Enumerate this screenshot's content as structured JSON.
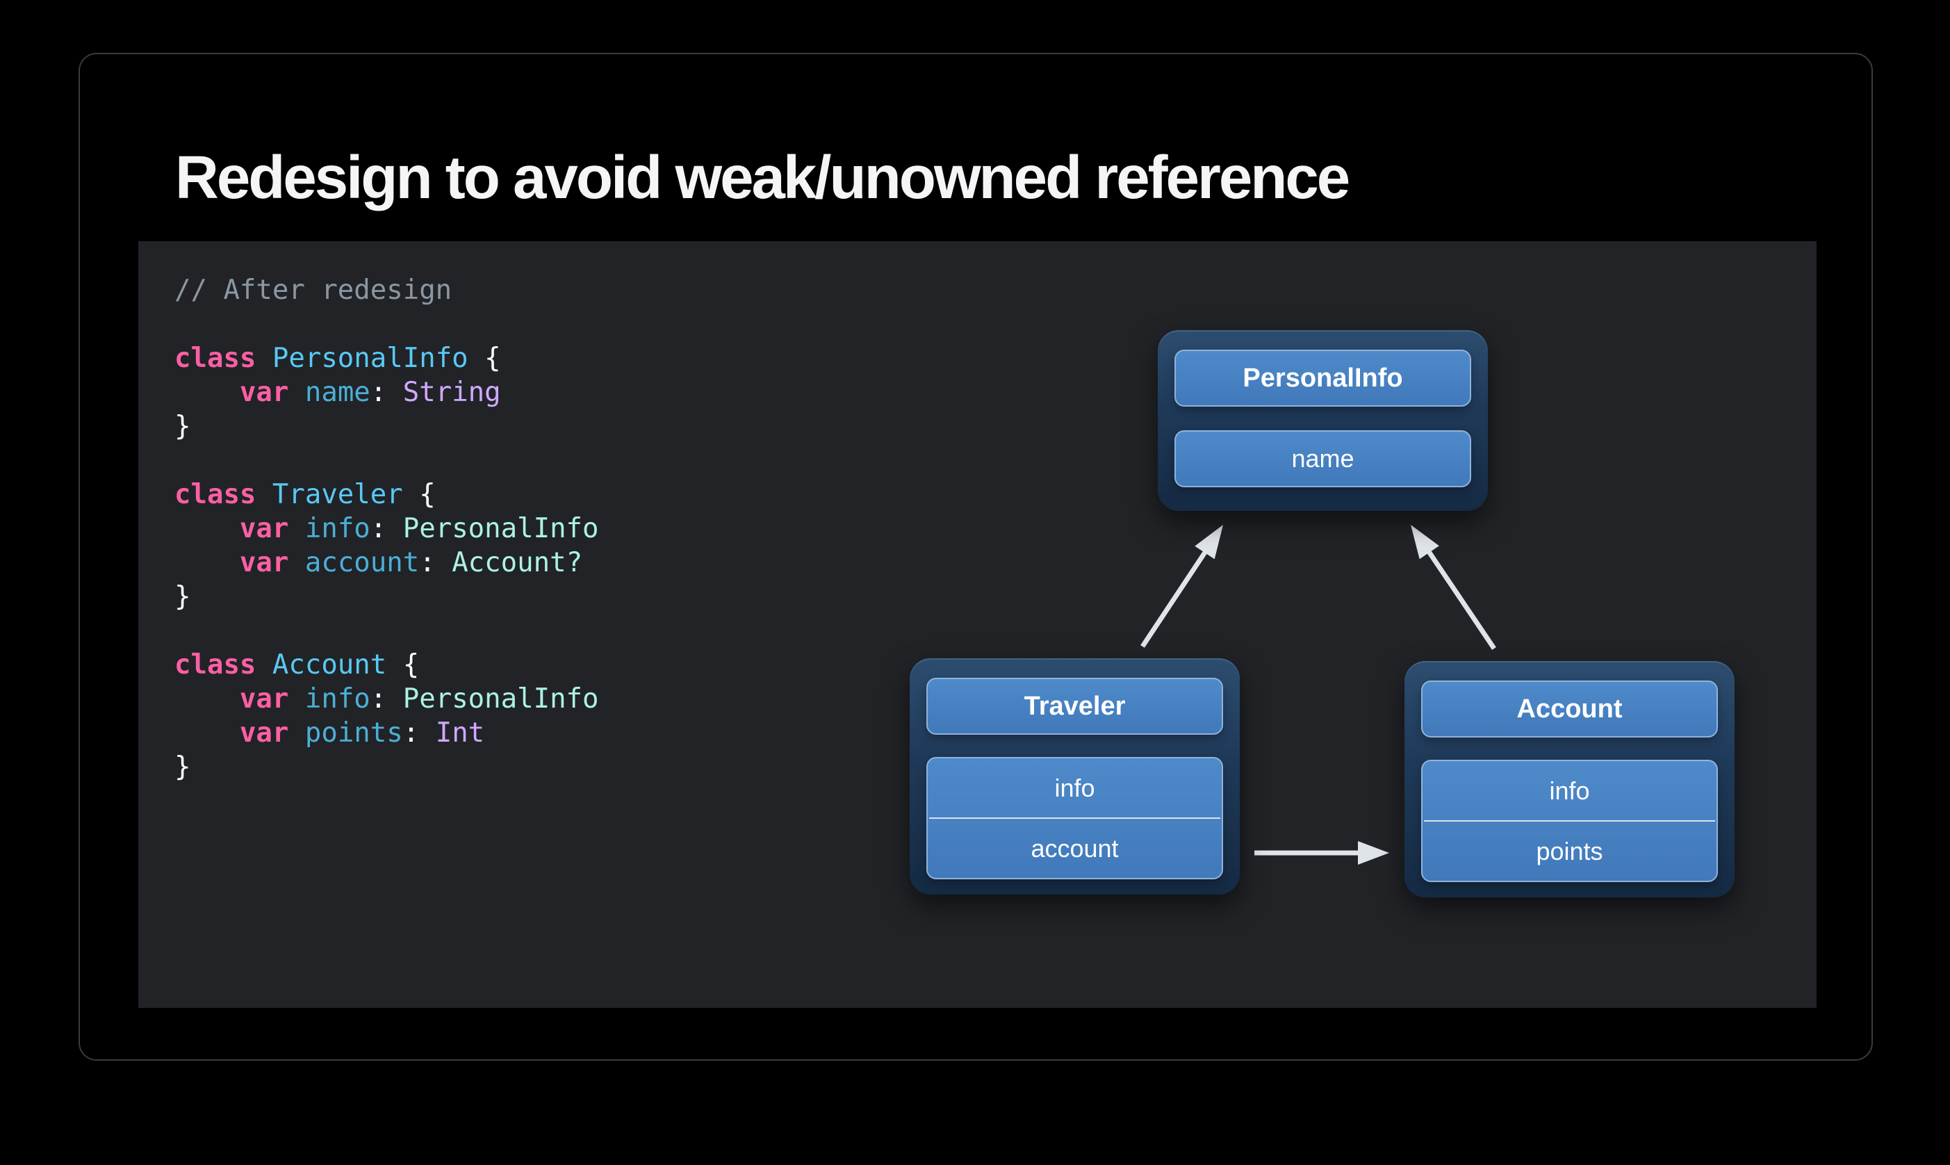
{
  "colors": {
    "page-bg": "#000000",
    "title-color": "#F5F5F7",
    "panel-bg": "#212327",
    "arrow": "#DFE4E9",
    "node-outer-top": "#2D4D70",
    "node-outer-mid": "#1F3A59",
    "node-outer-bottom": "#152A43",
    "node-box-top": "#4E8ACA",
    "node-box-bottom": "#4179BA",
    "node-box-border": "#8FB3DB",
    "node-divider": "#D7E3F0",
    "code-plain": "#FFFFFF",
    "code-comment": "#8B97A1",
    "code-keyword": "#FC5FA3",
    "code-type-decl": "#5AC8F5",
    "code-prop-decl": "#4BAFD6",
    "code-project-type": "#ACF2E4",
    "code-system-type": "#D0A8FF"
  },
  "slide": {
    "title": "Redesign to avoid weak/unowned reference"
  },
  "code": {
    "lines": [
      [
        {
          "t": "// After redesign",
          "c": "comment"
        }
      ],
      [],
      [
        {
          "t": "class",
          "c": "keyword"
        },
        {
          "t": " ",
          "c": "plain"
        },
        {
          "t": "PersonalInfo",
          "c": "type-decl"
        },
        {
          "t": " {",
          "c": "plain"
        }
      ],
      [
        {
          "t": "    ",
          "c": "plain"
        },
        {
          "t": "var",
          "c": "keyword"
        },
        {
          "t": " ",
          "c": "plain"
        },
        {
          "t": "name",
          "c": "prop-decl"
        },
        {
          "t": ": ",
          "c": "plain"
        },
        {
          "t": "String",
          "c": "system-type"
        }
      ],
      [
        {
          "t": "}",
          "c": "plain"
        }
      ],
      [],
      [
        {
          "t": "class",
          "c": "keyword"
        },
        {
          "t": " ",
          "c": "plain"
        },
        {
          "t": "Traveler",
          "c": "type-decl"
        },
        {
          "t": " {",
          "c": "plain"
        }
      ],
      [
        {
          "t": "    ",
          "c": "plain"
        },
        {
          "t": "var",
          "c": "keyword"
        },
        {
          "t": " ",
          "c": "plain"
        },
        {
          "t": "info",
          "c": "prop-decl"
        },
        {
          "t": ": ",
          "c": "plain"
        },
        {
          "t": "PersonalInfo",
          "c": "project-type"
        }
      ],
      [
        {
          "t": "    ",
          "c": "plain"
        },
        {
          "t": "var",
          "c": "keyword"
        },
        {
          "t": " ",
          "c": "plain"
        },
        {
          "t": "account",
          "c": "prop-decl"
        },
        {
          "t": ": ",
          "c": "plain"
        },
        {
          "t": "Account?",
          "c": "project-type"
        }
      ],
      [
        {
          "t": "}",
          "c": "plain"
        }
      ],
      [],
      [
        {
          "t": "class",
          "c": "keyword"
        },
        {
          "t": " ",
          "c": "plain"
        },
        {
          "t": "Account",
          "c": "type-decl"
        },
        {
          "t": " {",
          "c": "plain"
        }
      ],
      [
        {
          "t": "    ",
          "c": "plain"
        },
        {
          "t": "var",
          "c": "keyword"
        },
        {
          "t": " ",
          "c": "plain"
        },
        {
          "t": "info",
          "c": "prop-decl"
        },
        {
          "t": ": ",
          "c": "plain"
        },
        {
          "t": "PersonalInfo",
          "c": "project-type"
        }
      ],
      [
        {
          "t": "    ",
          "c": "plain"
        },
        {
          "t": "var",
          "c": "keyword"
        },
        {
          "t": " ",
          "c": "plain"
        },
        {
          "t": "points",
          "c": "prop-decl"
        },
        {
          "t": ": ",
          "c": "plain"
        },
        {
          "t": "Int",
          "c": "system-type"
        }
      ],
      [
        {
          "t": "}",
          "c": "plain"
        }
      ]
    ]
  },
  "diagram": {
    "nodes": [
      {
        "title": "PersonalInfo",
        "fields": [
          "name"
        ]
      },
      {
        "title": "Traveler",
        "fields": [
          "info",
          "account"
        ]
      },
      {
        "title": "Account",
        "fields": [
          "info",
          "points"
        ]
      }
    ],
    "arrows": [
      {
        "from": "Traveler",
        "to": "PersonalInfo"
      },
      {
        "from": "Account",
        "to": "PersonalInfo"
      },
      {
        "from": "Traveler",
        "to": "Account"
      }
    ]
  }
}
